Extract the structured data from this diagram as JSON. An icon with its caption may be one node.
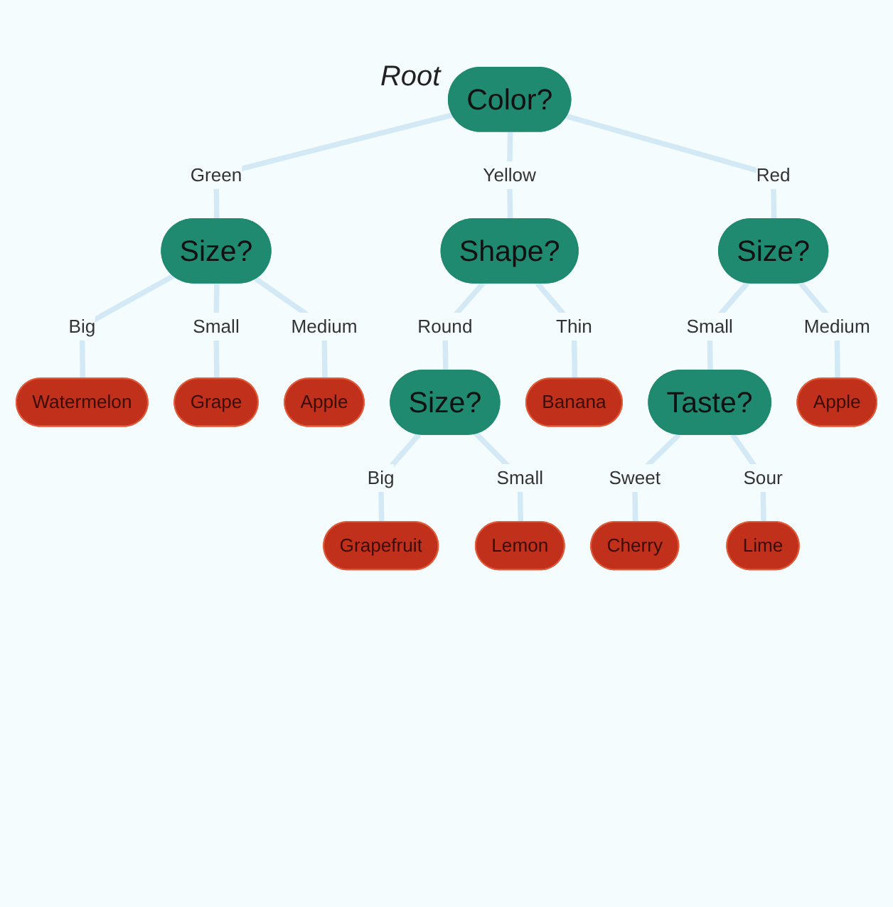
{
  "diagram": {
    "nodes": [
      {
        "text": [
          "Color?"
        ],
        "beside": [
          "Root"
        ]
      },
      {
        "text": [
          "Size?"
        ]
      },
      {
        "text": [
          "Shape?"
        ]
      },
      {
        "text": [
          "Size?"
        ]
      },
      {
        "text": [
          "Watermelon"
        ]
      },
      {
        "text": [
          "Grape"
        ]
      },
      {
        "text": [
          "Apple"
        ]
      },
      {
        "text": [
          "Size?"
        ]
      },
      {
        "text": [
          "Banana"
        ]
      },
      {
        "text": [
          "Taste?"
        ]
      },
      {
        "text": [
          "Apple"
        ]
      },
      {
        "text": [
          "Grapefruit"
        ]
      },
      {
        "text": [
          "Lemon"
        ]
      },
      {
        "text": [
          "Cherry"
        ]
      },
      {
        "text": [
          "Lime"
        ]
      }
    ],
    "edges": [
      {
        "from": 0,
        "to": 1,
        "arrow": "none",
        "label": "Green"
      },
      {
        "from": 0,
        "to": 2,
        "arrow": "none",
        "label": "Yellow"
      },
      {
        "from": 0,
        "to": 3,
        "arrow": "none",
        "label": "Red"
      },
      {
        "from": 1,
        "to": 4,
        "arrow": "none",
        "label": "Big"
      },
      {
        "from": 1,
        "to": 5,
        "arrow": "none",
        "label": "Small"
      },
      {
        "from": 1,
        "to": 6,
        "arrow": "none",
        "label": "Medium"
      },
      {
        "from": 2,
        "to": 7,
        "arrow": "none",
        "label": "Round"
      },
      {
        "from": 2,
        "to": 8,
        "arrow": "none",
        "label": "Thin"
      },
      {
        "from": 3,
        "to": 9,
        "arrow": "none",
        "label": "Small"
      },
      {
        "from": 3,
        "to": 10,
        "arrow": "none",
        "label": "Medium"
      },
      {
        "from": 7,
        "to": 11,
        "arrow": "none",
        "label": "Big"
      },
      {
        "from": 7,
        "to": 12,
        "arrow": "none",
        "label": "Small"
      },
      {
        "from": 9,
        "to": 13,
        "arrow": "none",
        "label": "Sweet"
      },
      {
        "from": 9,
        "to": 14,
        "arrow": "none",
        "label": "Sour"
      }
    ]
  }
}
